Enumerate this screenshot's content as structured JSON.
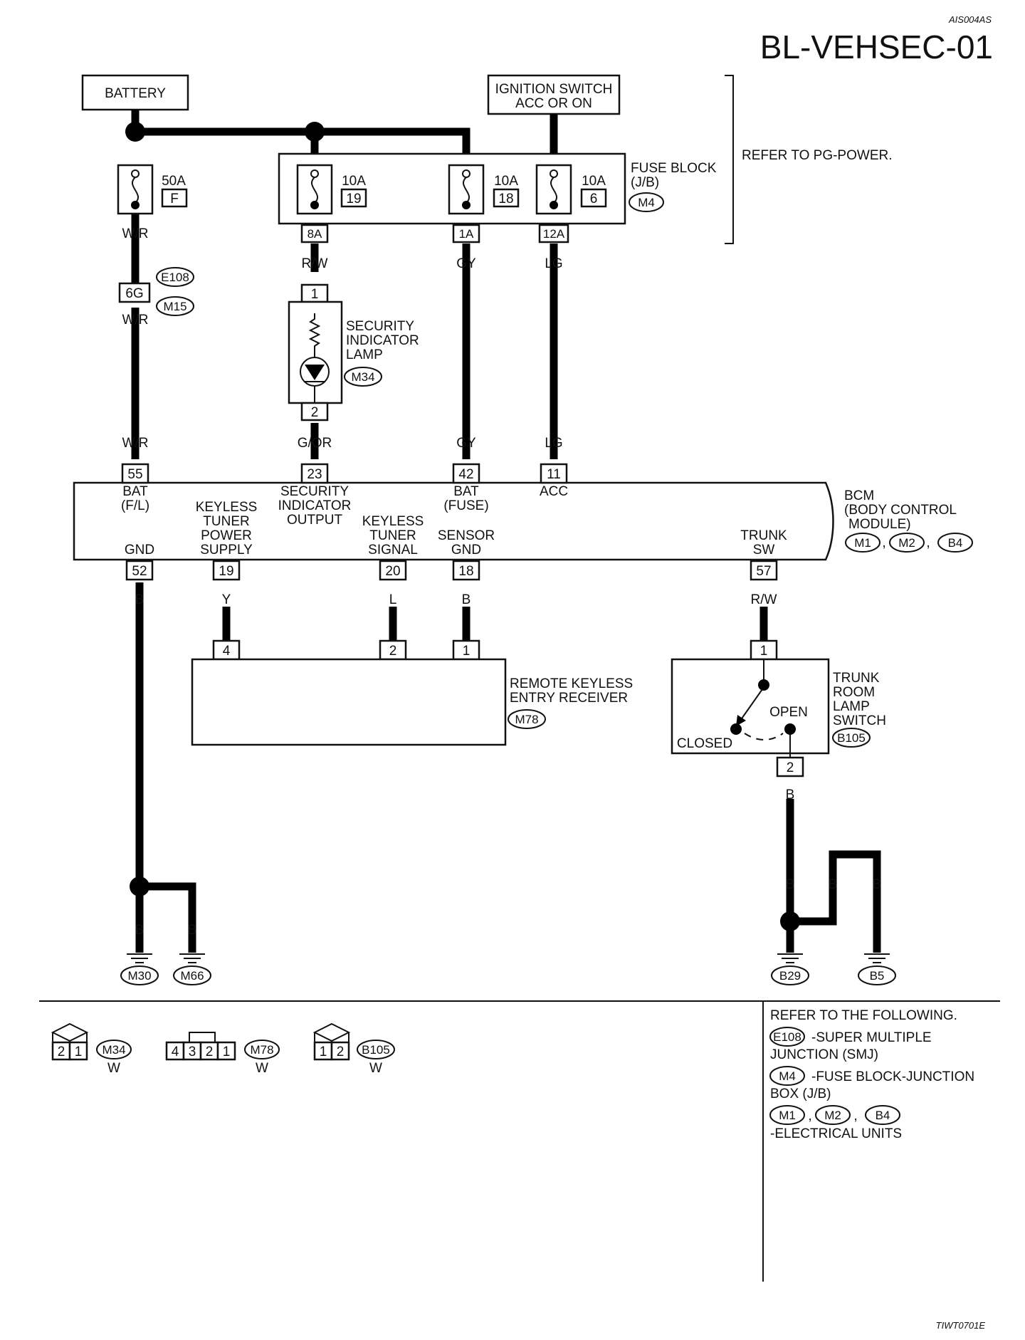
{
  "header": {
    "page_code": "AIS004AS",
    "title": "BL-VEHSEC-01",
    "footer_code": "TIWT0701E"
  },
  "power": {
    "battery": "BATTERY",
    "ignition_line1": "IGNITION SWITCH",
    "ignition_line2": "ACC OR ON",
    "refer": "REFER TO PG-POWER."
  },
  "fuses": [
    {
      "amp": "50A",
      "num": "F"
    },
    {
      "amp": "10A",
      "num": "19"
    },
    {
      "amp": "10A",
      "num": "18"
    },
    {
      "amp": "10A",
      "num": "6"
    }
  ],
  "fuse_block": {
    "line1": "FUSE BLOCK",
    "line2": "(J/B)",
    "conn": "M4",
    "terms": [
      "8A",
      "1A",
      "12A"
    ]
  },
  "wires": {
    "wr": "W/R",
    "rw": "R/W",
    "gy": "GY",
    "lg": "LG",
    "gor": "G/OR",
    "b": "B",
    "y": "Y",
    "l": "L"
  },
  "joint": {
    "conn_a": "E108",
    "conn_b": "M15",
    "term": "6G"
  },
  "lamp": {
    "line1": "SECURITY",
    "line2": "INDICATOR",
    "line3": "LAMP",
    "conn": "M34",
    "pin1": "1",
    "pin2": "2"
  },
  "bcm": {
    "line1": "BCM",
    "line2": "(BODY CONTROL",
    "line3": "MODULE)",
    "conns": [
      "M1",
      "M2",
      "B4"
    ],
    "sep": ",",
    "pins_top": [
      "55",
      "23",
      "42",
      "11"
    ],
    "pins_bottom": [
      "52",
      "19",
      "20",
      "18",
      "57"
    ],
    "labels": {
      "bat_fl_1": "BAT",
      "bat_fl_2": "(F/L)",
      "sec_1": "SECURITY",
      "sec_2": "INDICATOR",
      "sec_3": "OUTPUT",
      "bat_fuse_1": "BAT",
      "bat_fuse_2": "(FUSE)",
      "acc": "ACC",
      "gnd": "GND",
      "ktps_1": "KEYLESS",
      "ktps_2": "TUNER",
      "ktps_3": "POWER",
      "ktps_4": "SUPPLY",
      "kts_1": "KEYLESS",
      "kts_2": "TUNER",
      "kts_3": "SIGNAL",
      "sg_1": "SENSOR",
      "sg_2": "GND",
      "tsw_1": "TRUNK",
      "tsw_2": "SW"
    }
  },
  "receiver": {
    "line1": "REMOTE KEYLESS",
    "line2": "ENTRY RECEIVER",
    "conn": "M78",
    "pins": [
      "4",
      "2",
      "1"
    ]
  },
  "trunk_switch": {
    "line1": "TRUNK",
    "line2": "ROOM",
    "line3": "LAMP",
    "line4": "SWITCH",
    "conn": "B105",
    "pin1": "1",
    "pin2": "2",
    "open": "OPEN",
    "closed": "CLOSED"
  },
  "grounds": [
    "M30",
    "M66",
    "B29",
    "B5"
  ],
  "connectors_legend": [
    {
      "pins": [
        "2",
        "1"
      ],
      "conn": "M34",
      "color": "W"
    },
    {
      "pins": [
        "4",
        "3",
        "2",
        "1"
      ],
      "conn": "M78",
      "color": "W"
    },
    {
      "pins": [
        "1",
        "2"
      ],
      "conn": "B105",
      "color": "W"
    }
  ],
  "refer_list": {
    "heading": "REFER TO THE FOLLOWING.",
    "items": [
      {
        "conns": [
          "E108"
        ],
        "text1": "-SUPER MULTIPLE",
        "text2": "JUNCTION (SMJ)"
      },
      {
        "conns": [
          "M4"
        ],
        "text1": "-FUSE BLOCK-JUNCTION",
        "text2": "BOX (J/B)"
      },
      {
        "conns": [
          "M1",
          "M2",
          "B4"
        ],
        "text1": "",
        "text2": "-ELECTRICAL UNITS"
      }
    ]
  }
}
